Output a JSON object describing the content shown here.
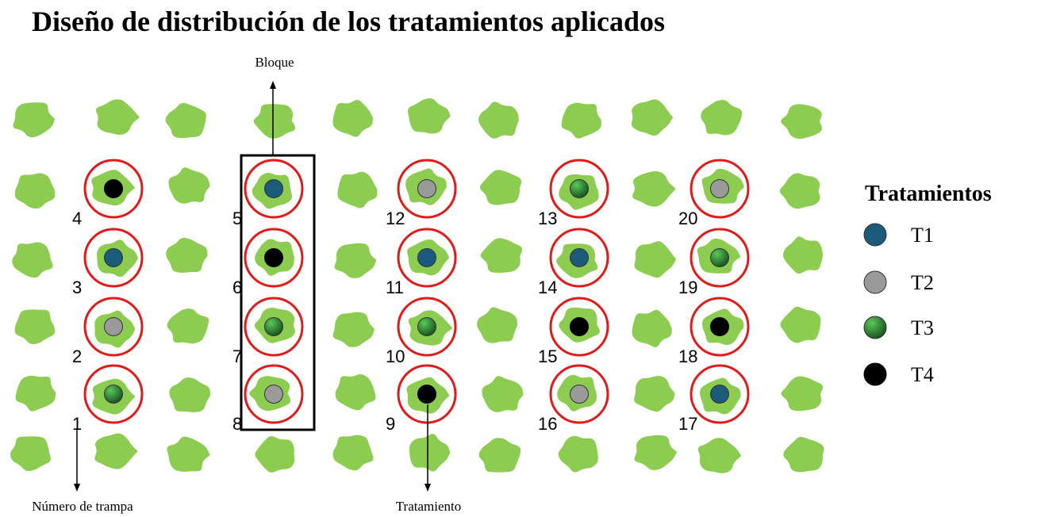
{
  "title": "Diseño de distribución de los tratamientos aplicados",
  "labels": {
    "block": "Bloque",
    "trap_number": "Número de trampa",
    "treatment": "Tratamiento"
  },
  "legend": {
    "title": "Tratamientos",
    "items": [
      {
        "key": "T1",
        "label": "T1",
        "color": "#1b5a7a",
        "style": "solid"
      },
      {
        "key": "T2",
        "label": "T2",
        "color": "#9a9a9a",
        "style": "solid"
      },
      {
        "key": "T3",
        "label": "T3",
        "color": "#2a9a3a",
        "style": "gradient"
      },
      {
        "key": "T4",
        "label": "T4",
        "color": "#000000",
        "style": "solid"
      }
    ]
  },
  "colors": {
    "plant": "#8ccc50",
    "ring": "#e01b1b",
    "T3_light": "#5cc85a",
    "T3_dark": "#14501e"
  },
  "grid": {
    "columns": 11,
    "rows": 6
  },
  "traps": [
    {
      "number": "1",
      "treatment": "T3",
      "col": 1,
      "row": 4
    },
    {
      "number": "2",
      "treatment": "T2",
      "col": 1,
      "row": 3
    },
    {
      "number": "3",
      "treatment": "T1",
      "col": 1,
      "row": 2
    },
    {
      "number": "4",
      "treatment": "T4",
      "col": 1,
      "row": 1
    },
    {
      "number": "5",
      "treatment": "T1",
      "col": 3,
      "row": 1
    },
    {
      "number": "6",
      "treatment": "T4",
      "col": 3,
      "row": 2
    },
    {
      "number": "7",
      "treatment": "T3",
      "col": 3,
      "row": 3
    },
    {
      "number": "8",
      "treatment": "T2",
      "col": 3,
      "row": 4
    },
    {
      "number": "9",
      "treatment": "T4",
      "col": 5,
      "row": 4
    },
    {
      "number": "10",
      "treatment": "T3",
      "col": 5,
      "row": 3
    },
    {
      "number": "11",
      "treatment": "T1",
      "col": 5,
      "row": 2
    },
    {
      "number": "12",
      "treatment": "T2",
      "col": 5,
      "row": 1
    },
    {
      "number": "13",
      "treatment": "T3",
      "col": 7,
      "row": 1
    },
    {
      "number": "14",
      "treatment": "T1",
      "col": 7,
      "row": 2
    },
    {
      "number": "15",
      "treatment": "T4",
      "col": 7,
      "row": 3
    },
    {
      "number": "16",
      "treatment": "T2",
      "col": 7,
      "row": 4
    },
    {
      "number": "17",
      "treatment": "T1",
      "col": 9,
      "row": 4
    },
    {
      "number": "18",
      "treatment": "T4",
      "col": 9,
      "row": 3
    },
    {
      "number": "19",
      "treatment": "T3",
      "col": 9,
      "row": 2
    },
    {
      "number": "20",
      "treatment": "T2",
      "col": 9,
      "row": 1
    }
  ]
}
